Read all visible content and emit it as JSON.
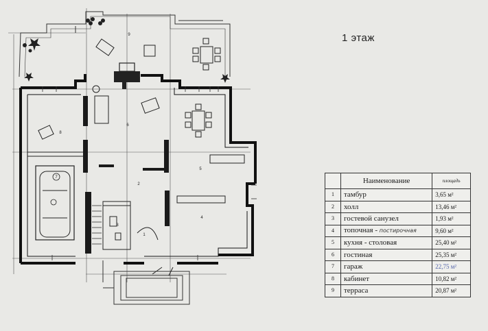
{
  "floor_title": "1 этаж",
  "table": {
    "header_name": "Наименование",
    "header_area": "площадь",
    "rooms": [
      {
        "num": "1",
        "name": "тамбур",
        "area": "3,65 м²"
      },
      {
        "num": "2",
        "name": "холл",
        "area": "13,46 м²"
      },
      {
        "num": "3",
        "name": "гостевой санузел",
        "area": "1,93 м²"
      },
      {
        "num": "4",
        "name": "топочная -",
        "name_handwritten": "постирочная",
        "area": "9,60 м²"
      },
      {
        "num": "5",
        "name": "кухня - столовая",
        "area": "25,40 м²"
      },
      {
        "num": "6",
        "name": "гостиная",
        "area": "25,35 м²"
      },
      {
        "num": "7",
        "name": "гараж",
        "area": "22,75 м²"
      },
      {
        "num": "8",
        "name": "кабинет",
        "area": "10,82 м²"
      },
      {
        "num": "9",
        "name": "терраса",
        "area": "20,87 м²"
      }
    ]
  },
  "plan_labels": {
    "garage": "7",
    "office": "8",
    "hall": "2",
    "kitchen": "5",
    "living": "6",
    "boiler": "4",
    "wc": "3",
    "vestibule": "1",
    "terrace": "9"
  }
}
